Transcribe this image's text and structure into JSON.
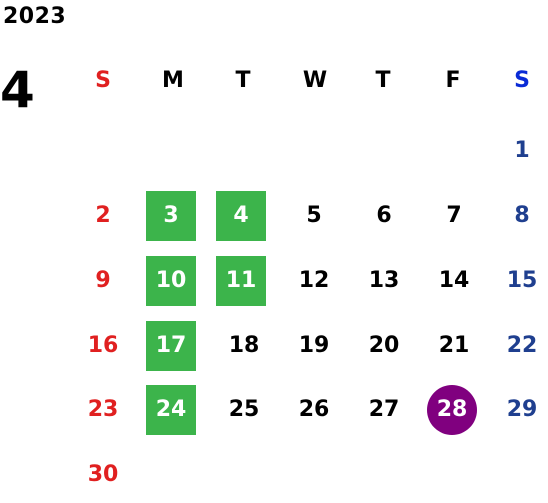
{
  "calendar": {
    "year": "2023",
    "month": "4",
    "weekdays": [
      "S",
      "M",
      "T",
      "W",
      "T",
      "F",
      "S"
    ],
    "weeks": [
      [
        "",
        "",
        "",
        "",
        "",
        "",
        "1"
      ],
      [
        "2",
        "3",
        "4",
        "5",
        "6",
        "7",
        "8"
      ],
      [
        "9",
        "10",
        "11",
        "12",
        "13",
        "14",
        "15"
      ],
      [
        "16",
        "17",
        "18",
        "19",
        "20",
        "21",
        "22"
      ],
      [
        "23",
        "24",
        "25",
        "26",
        "27",
        "28",
        "29"
      ],
      [
        "30",
        "",
        "",
        "",
        "",
        "",
        ""
      ]
    ],
    "highlighted_green_days": [
      "3",
      "4",
      "10",
      "11",
      "17",
      "24"
    ],
    "highlighted_purple_days": [
      "28"
    ],
    "colors": {
      "sunday": "#e02020",
      "saturday": "#1f3f8f",
      "saturday_header": "#0a2bd6",
      "green_highlight": "#3cb44b",
      "purple_highlight": "#80007f",
      "text": "#000000"
    }
  }
}
